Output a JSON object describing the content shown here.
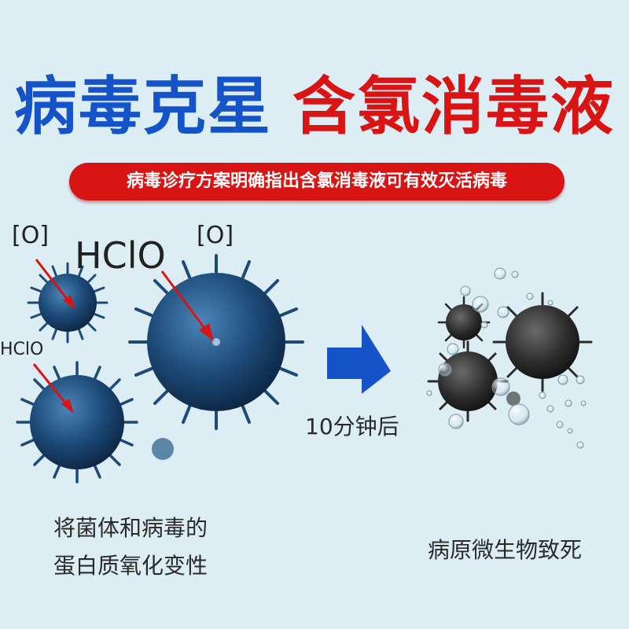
{
  "header": {
    "title_blue": "病毒克星",
    "title_red": "含氯消毒液",
    "colors": {
      "blue": "#1454c8",
      "red": "#d81414",
      "background": "#dcedf4"
    }
  },
  "banner": {
    "text": "病毒诊疗方案明确指出含氯消毒液可有效灭活病毒"
  },
  "diagram": {
    "labels": {
      "oxygen_left": "[O]",
      "oxygen_right": "[O]",
      "hclo_large": "HClO",
      "hclo_small": "HClO"
    },
    "arrow": {
      "icon": "right-arrow-icon",
      "caption": "10分钟后"
    },
    "before_caption_line1": "将菌体和病毒的",
    "before_caption_line2": "蛋白质氧化变性",
    "after_caption": "病原微生物致死"
  }
}
